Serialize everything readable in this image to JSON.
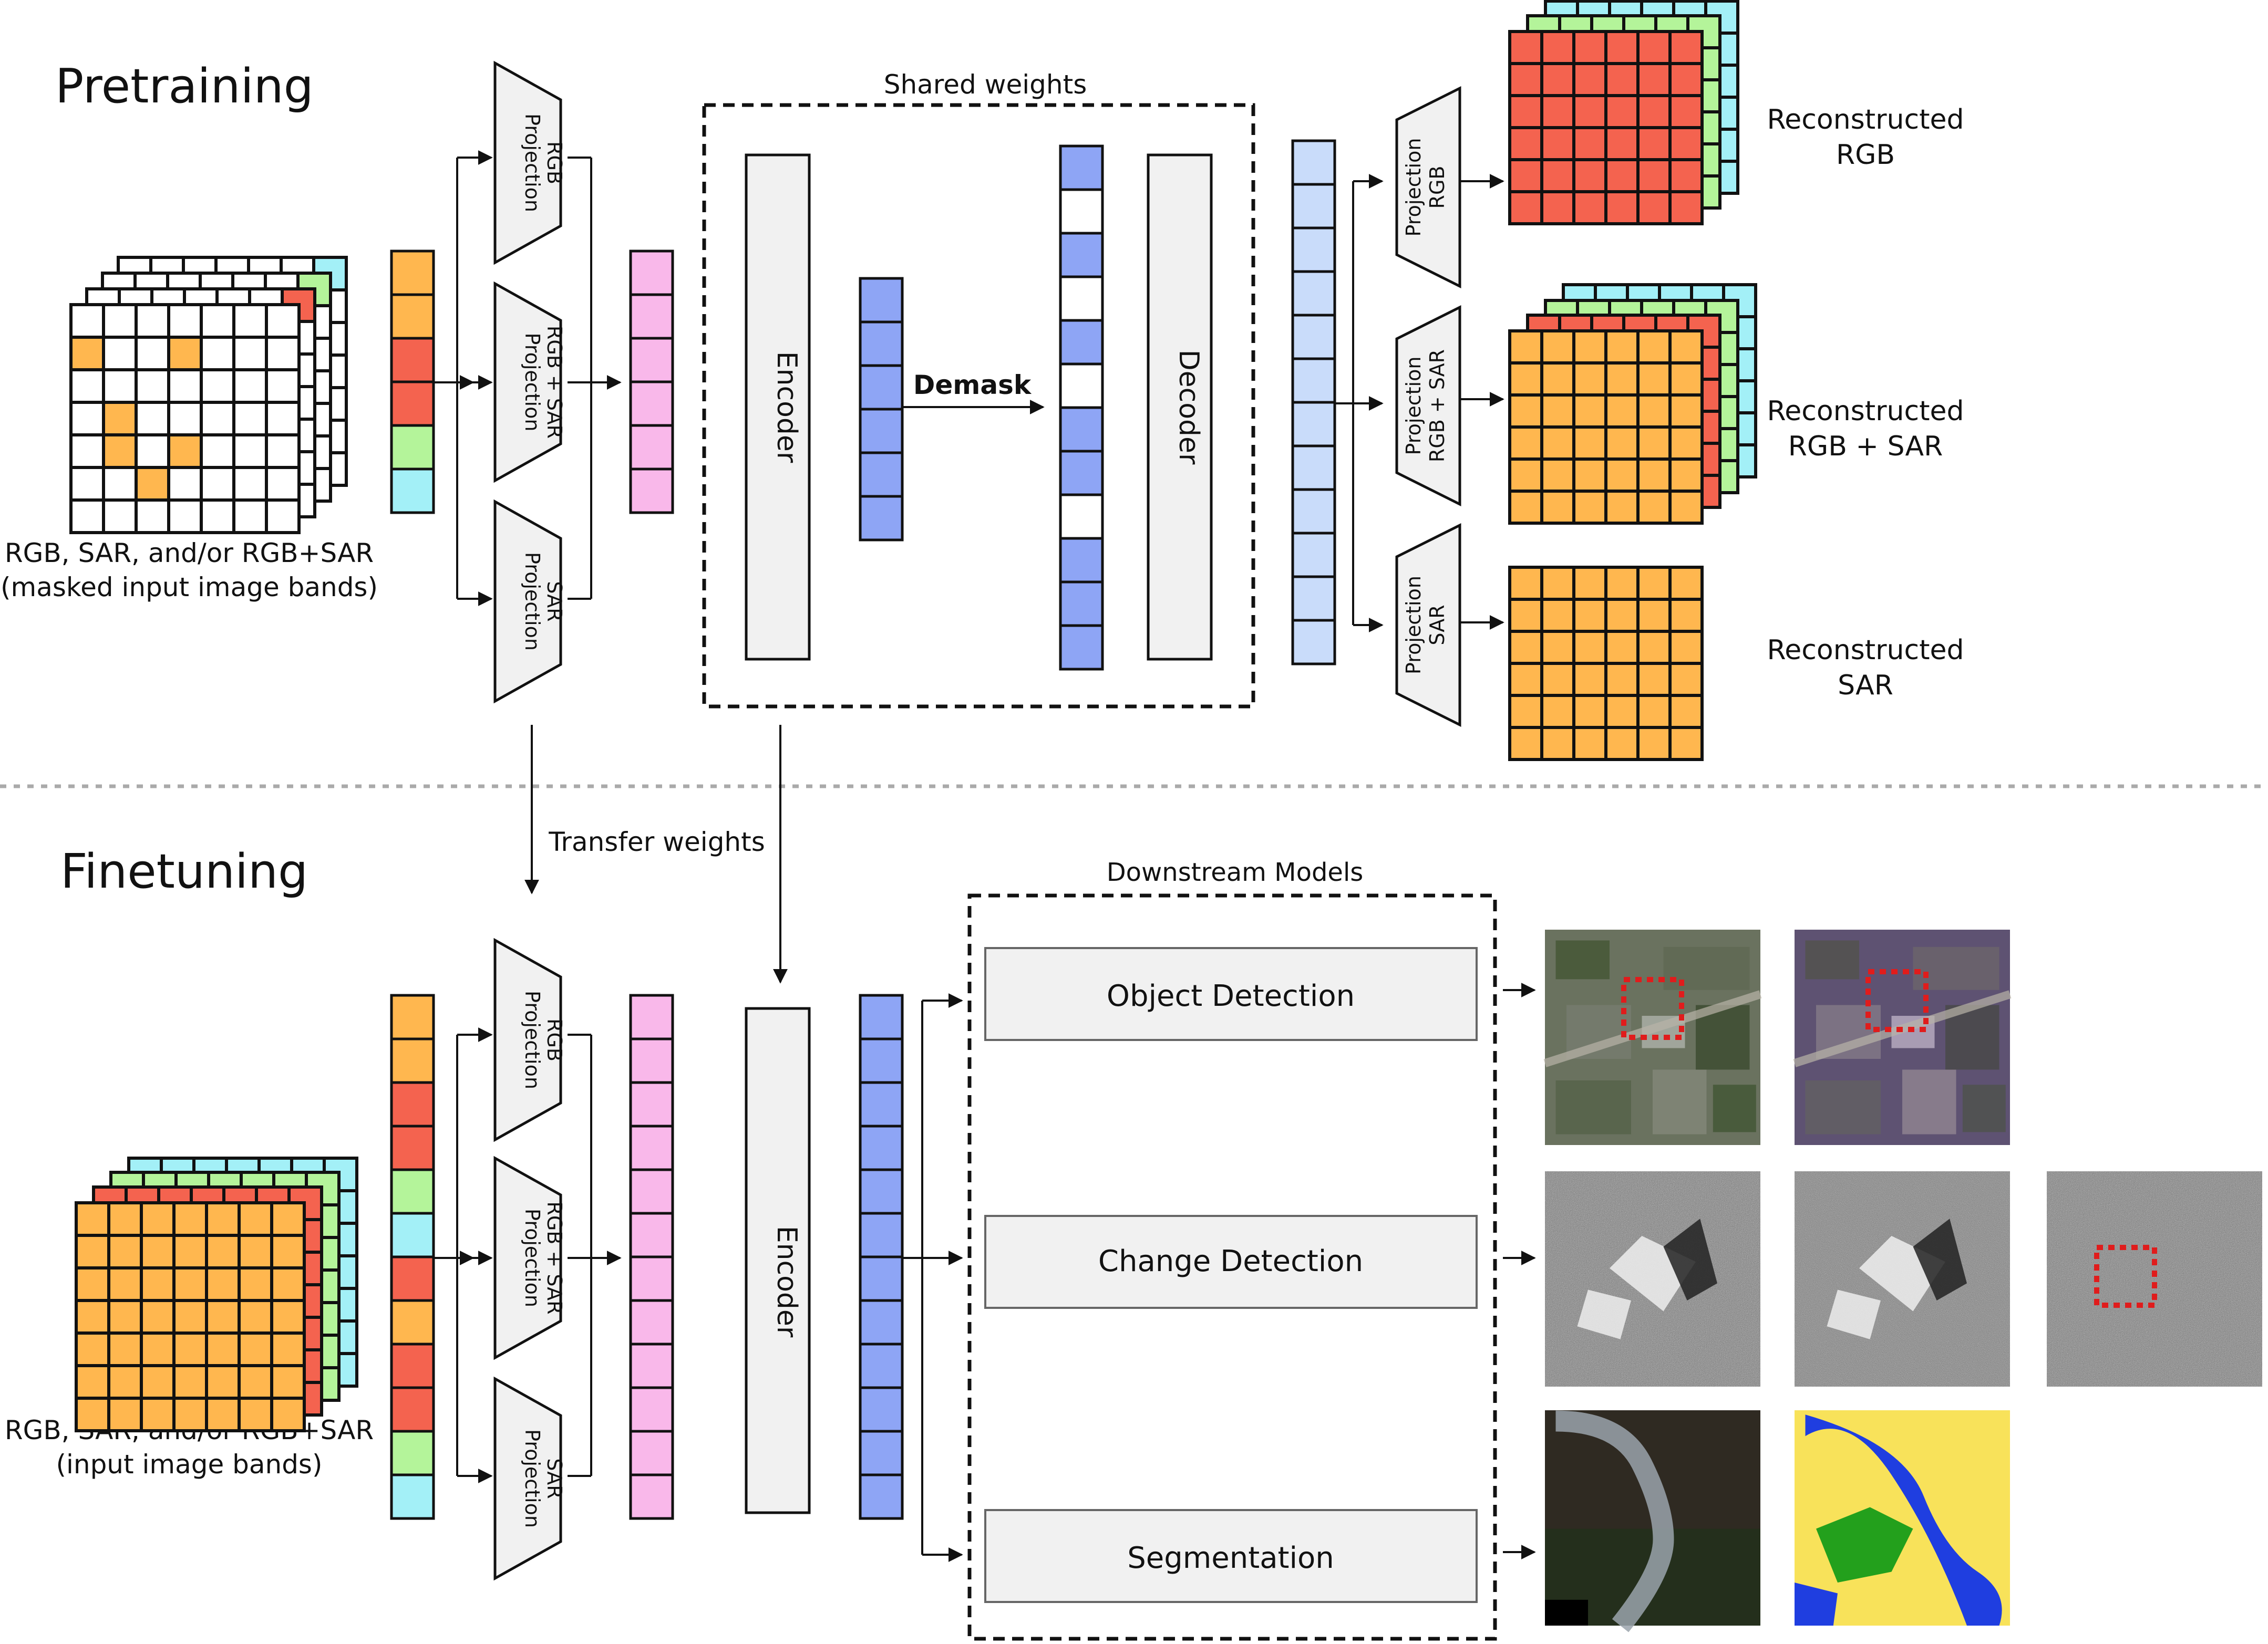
{
  "sections": {
    "pretraining": "Pretraining",
    "finetuning": "Finetuning"
  },
  "labels": {
    "shared_weights": "Shared weights",
    "transfer_weights": "Transfer weights",
    "downstream_models": "Downstream Models",
    "demask": "Demask",
    "encoder": "Encoder",
    "decoder": "Decoder",
    "projection": "Projection",
    "proj_rgb": "RGB",
    "proj_rgbsar": "RGB + SAR",
    "proj_sar": "SAR"
  },
  "pretraining_input": {
    "line1": "RGB, SAR, and/or RGB+SAR",
    "line2": "(masked input image bands)"
  },
  "finetuning_input": {
    "line1": "RGB, SAR, and/or RGB+SAR",
    "line2": "(input image bands)"
  },
  "outputs": {
    "rgb_1": "Reconstructed",
    "rgb_2": "RGB",
    "rgbsar_1": "Reconstructed",
    "rgbsar_2": "RGB + SAR",
    "sar_1": "Reconstructed",
    "sar_2": "SAR"
  },
  "tasks": {
    "object_detection": "Object Detection",
    "change_detection": "Change Detection",
    "segmentation": "Segmentation"
  },
  "colors": {
    "orange": "#ffb74f",
    "red": "#f4634f",
    "green": "#b4f49a",
    "cyan": "#a3f0f7",
    "pink": "#f9b8ea",
    "blue": "#8ea5f5",
    "light_blue": "#c9dcfa",
    "box_gray": "#f1f1f1",
    "yellow": "#f8e25a",
    "seg_blue": "#1f3ee0",
    "seg_green": "#23a01c"
  }
}
